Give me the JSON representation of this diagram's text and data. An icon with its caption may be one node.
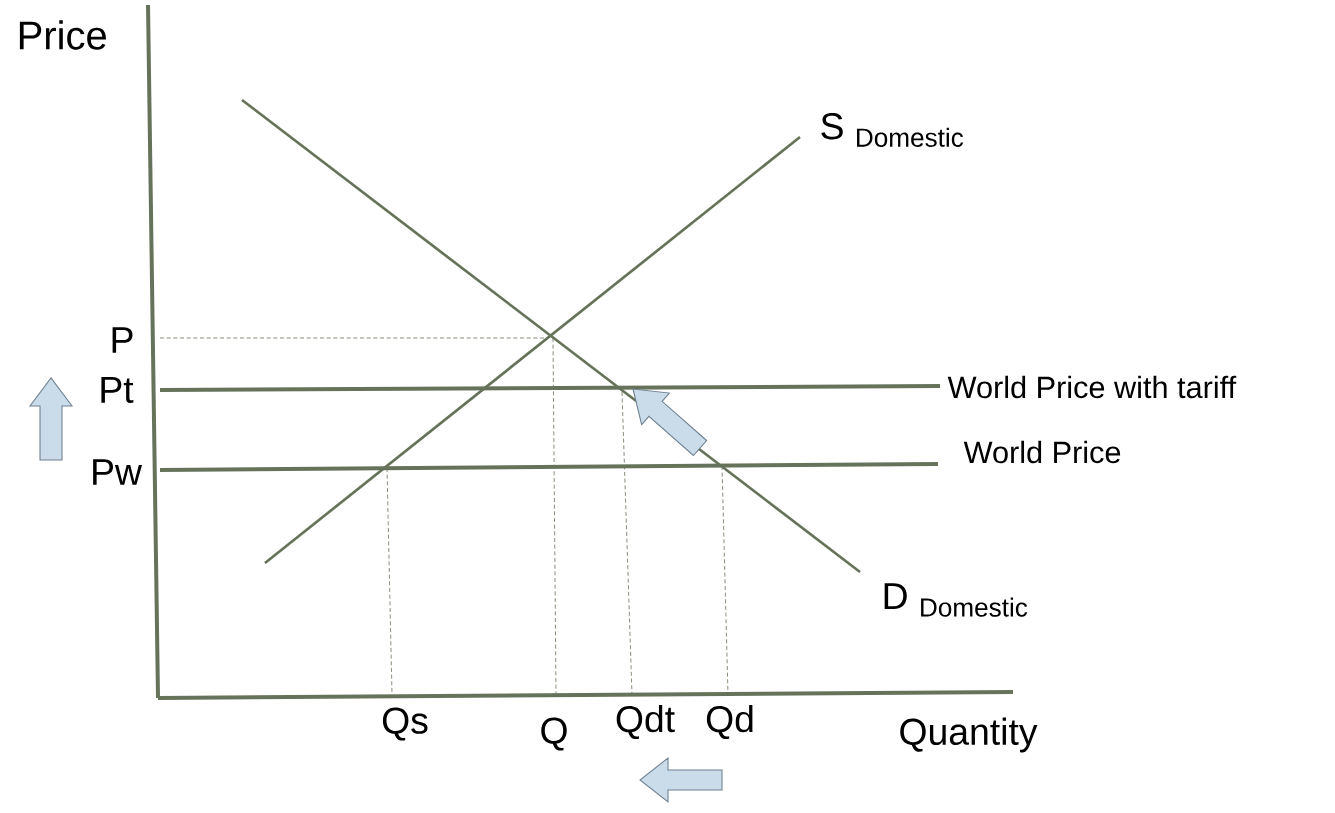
{
  "diagram": {
    "labels": [
      "Price",
      "S $_{Domestic}$",
      "P",
      "Pt",
      "World Price with tariff",
      "World Price",
      "Pw",
      "D $_{Domestic}$",
      "Qs",
      "Q",
      "Qdt",
      "Qd",
      "Quantity"
    ]
  }
}
